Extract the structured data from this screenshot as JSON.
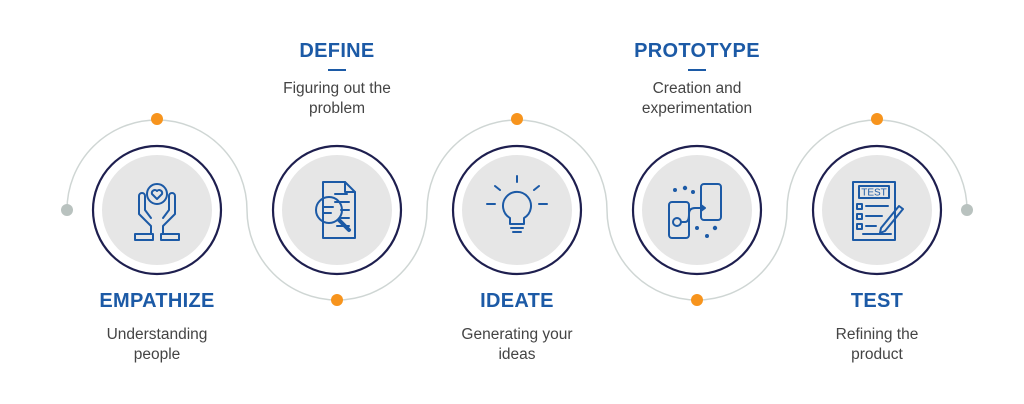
{
  "steps": [
    {
      "title": "EMPATHIZE",
      "description": "Understanding\npeople",
      "icon": "hands-heart-icon",
      "position": "bottom"
    },
    {
      "title": "DEFINE",
      "description": "Figuring out the\nproblem",
      "icon": "document-magnifier-icon",
      "position": "top"
    },
    {
      "title": "IDEATE",
      "description": "Generating your\nideas",
      "icon": "lightbulb-icon",
      "position": "bottom"
    },
    {
      "title": "PROTOTYPE",
      "description": "Creation and\nexperimentation",
      "icon": "phones-flow-icon",
      "position": "top"
    },
    {
      "title": "TEST",
      "description": "Refining the\nproduct",
      "icon": "test-sheet-pencil-icon",
      "position": "bottom"
    }
  ],
  "test_icon_text": "TEST",
  "colors": {
    "title": "#1c5aa6",
    "icon": "#1c5aa6",
    "ring": "#1e1f4f",
    "fill": "#e6e6e6",
    "dot": "#f7941d",
    "wave": "#cfd6d4",
    "end_dot": "#b9c2bf"
  }
}
